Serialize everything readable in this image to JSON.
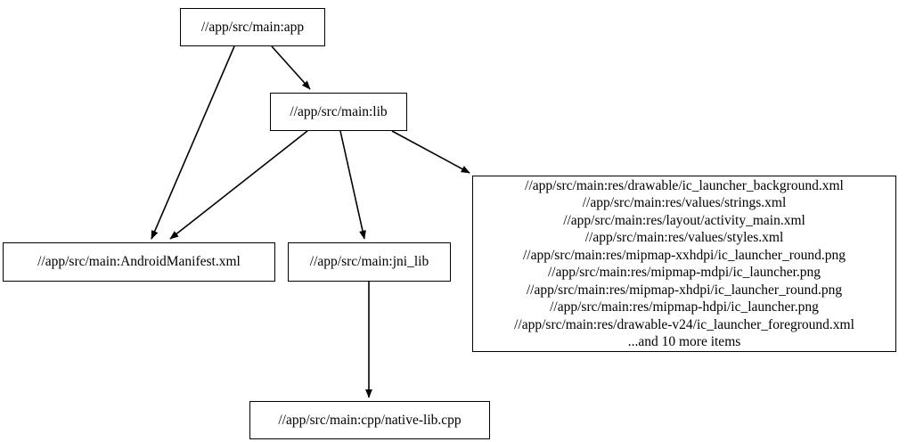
{
  "graph": {
    "type": "directed-dependency-graph",
    "background_color": "#ffffff",
    "node_border_color": "#000000",
    "node_fill_color": "#ffffff",
    "edge_color": "#000000",
    "nodes": [
      {
        "id": "app",
        "label": "//app/src/main:app"
      },
      {
        "id": "lib",
        "label": "//app/src/main:lib"
      },
      {
        "id": "manifest",
        "label": "//app/src/main:AndroidManifest.xml"
      },
      {
        "id": "jni_lib",
        "label": "//app/src/main:jni_lib"
      },
      {
        "id": "res_bundle",
        "label": "//app/src/main:res/drawable/ic_launcher_background.xml\n//app/src/main:res/values/strings.xml\n//app/src/main:res/layout/activity_main.xml\n//app/src/main:res/values/styles.xml\n//app/src/main:res/mipmap-xxhdpi/ic_launcher_round.png\n//app/src/main:res/mipmap-mdpi/ic_launcher.png\n//app/src/main:res/mipmap-xhdpi/ic_launcher_round.png\n//app/src/main:res/mipmap-hdpi/ic_launcher.png\n//app/src/main:res/drawable-v24/ic_launcher_foreground.xml\n...and 10 more items",
        "lines": [
          "//app/src/main:res/drawable/ic_launcher_background.xml",
          "//app/src/main:res/values/strings.xml",
          "//app/src/main:res/layout/activity_main.xml",
          "//app/src/main:res/values/styles.xml",
          "//app/src/main:res/mipmap-xxhdpi/ic_launcher_round.png",
          "//app/src/main:res/mipmap-mdpi/ic_launcher.png",
          "//app/src/main:res/mipmap-xhdpi/ic_launcher_round.png",
          "//app/src/main:res/mipmap-hdpi/ic_launcher.png",
          "//app/src/main:res/drawable-v24/ic_launcher_foreground.xml",
          "...and 10 more items"
        ]
      },
      {
        "id": "native_lib",
        "label": "//app/src/main:cpp/native-lib.cpp"
      }
    ],
    "edges": [
      {
        "from": "app",
        "to": "manifest"
      },
      {
        "from": "app",
        "to": "lib"
      },
      {
        "from": "lib",
        "to": "manifest"
      },
      {
        "from": "lib",
        "to": "jni_lib"
      },
      {
        "from": "lib",
        "to": "res_bundle"
      },
      {
        "from": "jni_lib",
        "to": "native_lib"
      }
    ]
  }
}
